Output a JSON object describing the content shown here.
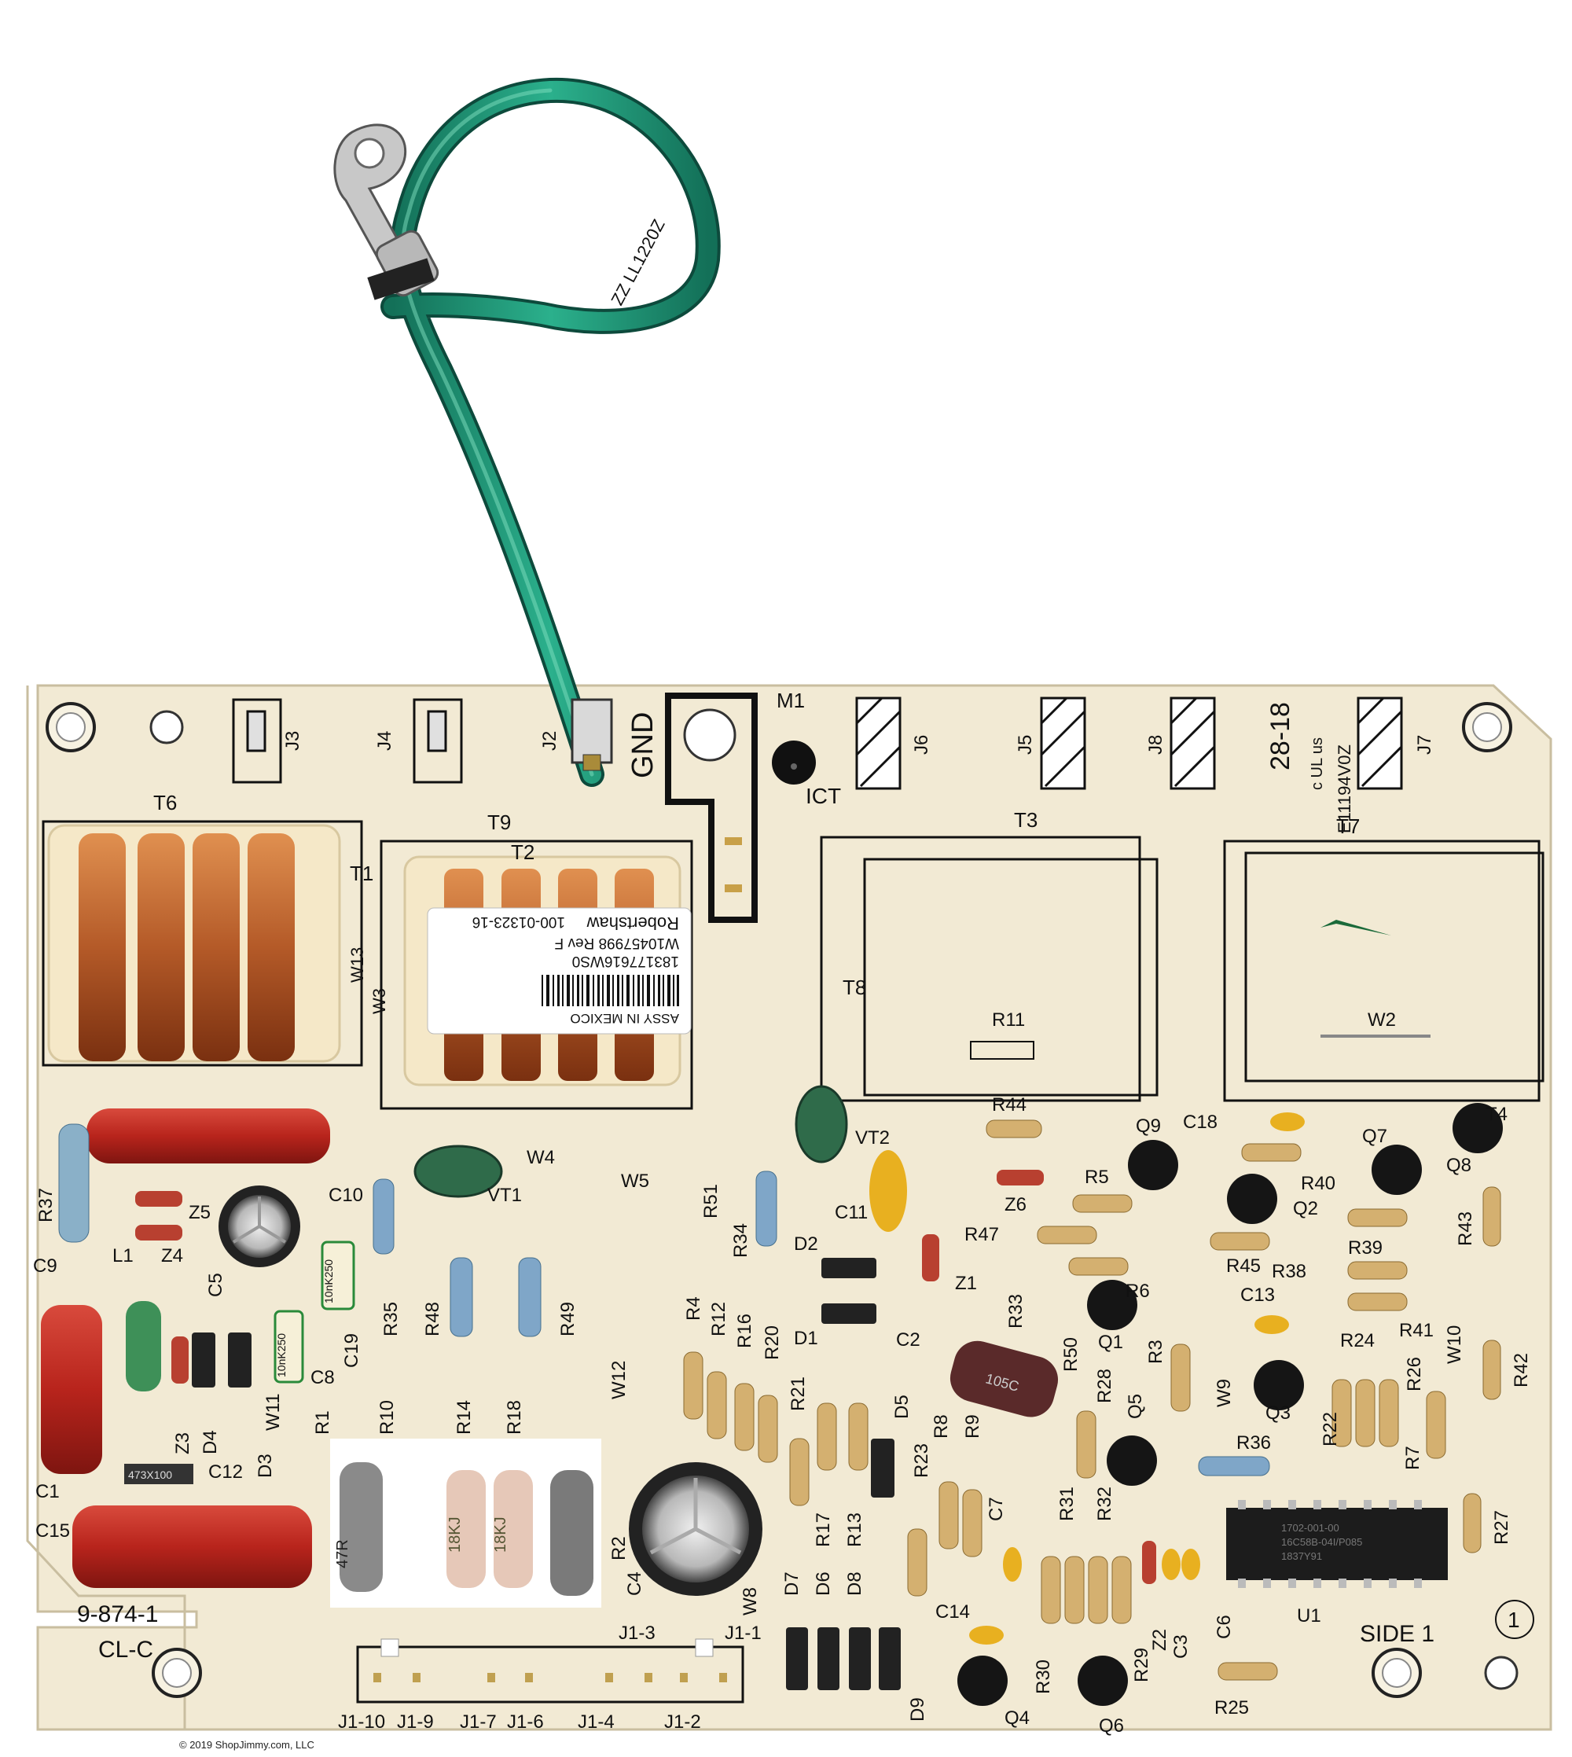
{
  "board": {
    "part_marks": {
      "gnd": "GND",
      "m1": "M1",
      "ict": "ICT",
      "date_code": "28-18",
      "ul_mark": "c UL us",
      "ul_code": "E11194V0Z",
      "board_code": "9-874-1",
      "cl_code": "CL-C",
      "side": "SIDE 1",
      "circle_num": "1"
    },
    "sticker": {
      "line1": "ASSY IN MEXICO",
      "line2": "183177616WS0",
      "line3": "W10457998 Rev F",
      "line4": "Robertshaw",
      "line5": "100-01323-16"
    },
    "designators": {
      "j3": "J3",
      "j4": "J4",
      "j2": "J2",
      "j6": "J6",
      "j5": "J5",
      "j8": "J8",
      "j7": "J7",
      "t6": "T6",
      "t9": "T9",
      "t2": "T2",
      "t3": "T3",
      "t7": "T7",
      "t8": "T8",
      "t1": "T1",
      "t4": "T4",
      "w13": "W13",
      "w3": "W3",
      "w4": "W4",
      "w5": "W5",
      "w2": "W2",
      "w12": "W12",
      "w11": "W11",
      "w8": "W8",
      "w9": "W9",
      "w10": "W10",
      "r11": "R11",
      "r44": "R44",
      "r5": "R5",
      "r47": "R47",
      "r6": "R6",
      "r45": "R45",
      "r38": "R38",
      "r40": "R40",
      "r39": "R39",
      "r43": "R43",
      "r24": "R24",
      "r41": "R41",
      "r26": "R26",
      "r42": "R42",
      "r37": "R37",
      "r35": "R35",
      "r48": "R48",
      "r49": "R49",
      "r34": "R34",
      "r51": "R51",
      "r33": "R33",
      "r3": "R3",
      "r22": "R22",
      "r7": "R7",
      "r36": "R36",
      "r27": "R27",
      "r28": "R28",
      "r50": "R50",
      "r4": "R4",
      "r12": "R12",
      "r16": "R16",
      "r20": "R20",
      "r21": "R21",
      "r17": "R17",
      "r13": "R13",
      "r23": "R23",
      "r8": "R8",
      "r9": "R9",
      "r31": "R31",
      "r32": "R32",
      "r29": "R29",
      "r30": "R30",
      "r25": "R25",
      "r1": "R1",
      "r10": "R10",
      "r14": "R14",
      "r18": "R18",
      "r2": "R2",
      "c9": "C9",
      "c10": "C10",
      "c11": "C11",
      "c5": "C5",
      "c19": "C19",
      "c8": "C8",
      "c1": "C1",
      "c12": "C12",
      "c15": "C15",
      "c2": "C2",
      "c18": "C18",
      "c13": "C13",
      "c4": "C4",
      "c7": "C7",
      "c14": "C14",
      "c3": "C3",
      "c6": "C6",
      "z5": "Z5",
      "z4": "Z4",
      "z6": "Z6",
      "z1": "Z1",
      "z3": "Z3",
      "z2": "Z2",
      "l1": "L1",
      "vt1": "VT1",
      "vt2": "VT2",
      "d2": "D2",
      "d1": "D1",
      "d4": "D4",
      "d3": "D3",
      "d5": "D5",
      "d7": "D7",
      "d6": "D6",
      "d8": "D8",
      "d9": "D9",
      "q9": "Q9",
      "q7": "Q7",
      "q8": "Q8",
      "q2": "Q2",
      "q1": "Q1",
      "q3": "Q3",
      "q5": "Q5",
      "q4": "Q4",
      "q6": "Q6",
      "u1": "U1",
      "j1_1": "J1-1",
      "j1_2": "J1-2",
      "j1_3": "J1-3",
      "j1_4": "J1-4",
      "j1_6": "J1-6",
      "j1_7": "J1-7",
      "j1_9": "J1-9",
      "j1_10": "J1-10"
    },
    "component_print": {
      "r1_value": "47R",
      "r14_value": "18KJ",
      "r18_value": "18KJ",
      "c1_value": "473X100",
      "c19_value": "10nK250",
      "c8_value": "10nK250",
      "c2_value": "105C",
      "u1_line1": "1702-001-00",
      "u1_line2": "16C58B-04I/P085",
      "u1_line3": "1837Y91",
      "wire_print": "ZZ LL1220Z"
    }
  },
  "copyright": "© 2019 ShopJimmy.com, LLC",
  "colors": {
    "board": "#f2ead4",
    "wire": "#1f9676",
    "copper": "#b45a28",
    "film_cap": "#b8241c",
    "silkscreen": "#111111"
  }
}
